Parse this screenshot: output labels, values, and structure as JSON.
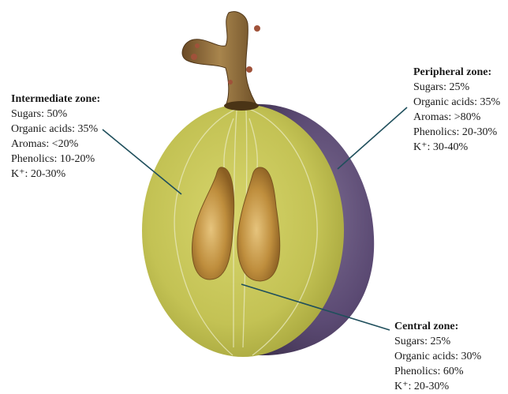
{
  "zones": {
    "intermediate": {
      "title": "Intermediate zone:",
      "rows": [
        "Sugars: 50%",
        "Organic acids: 35%",
        "Aromas: <20%",
        "Phenolics: 10-20%",
        "K⁺: 20-30%"
      ]
    },
    "peripheral": {
      "title": "Peripheral zone:",
      "rows": [
        "Sugars: 25%",
        "Organic acids: 35%",
        "Aromas: >80%",
        "Phenolics: 20-30%",
        "K⁺: 30-40%"
      ]
    },
    "central": {
      "title": "Central zone:",
      "rows": [
        "Sugars: 25%",
        "Organic acids: 30%",
        "Phenolics: 60%",
        "K⁺: 20-30%"
      ]
    }
  },
  "colors": {
    "pulp": "#c9c85a",
    "skin": "#5b4a73",
    "seed": "#b88a3c",
    "stem": "#8a6a3a",
    "leader": "#1f4f5c"
  }
}
